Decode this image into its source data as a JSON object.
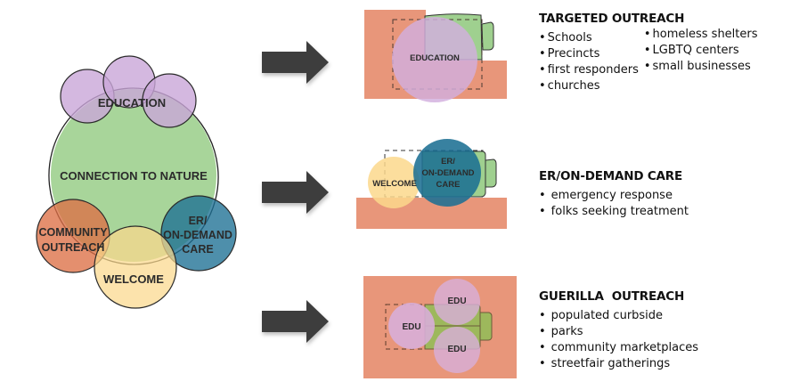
{
  "diagram": {
    "left": {
      "center_label": "CONNECTION TO NATURE",
      "education_label": "EDUCATION",
      "community_label_lines": [
        "COMMUNITY",
        "OUTREACH"
      ],
      "welcome_label": "WELCOME",
      "er_label_lines": [
        "ER/",
        "ON-DEMAND",
        "CARE"
      ]
    },
    "panels": [
      {
        "circle_labels": [
          "EDUCATION"
        ],
        "title": "TARGETED OUTREACH",
        "list_col1": [
          "Schools",
          "Precincts",
          "first responders",
          "churches"
        ],
        "list_col2": [
          "homeless shelters",
          "LGBTQ centers",
          "small businesses"
        ]
      },
      {
        "circle_labels": [
          "WELCOME"
        ],
        "er_label_lines": [
          "ER/",
          "ON-DEMAND",
          "CARE"
        ],
        "title": "ER/ON-DEMAND CARE",
        "list": [
          "emergency response",
          "folks seeking treatment"
        ]
      },
      {
        "circle_labels": [
          "EDU",
          "EDU",
          "EDU"
        ],
        "title": "GUERILLA  OUTREACH",
        "list": [
          "populated curbside",
          "parks",
          "community marketplaces",
          "streetfair gatherings"
        ]
      }
    ],
    "colors": {
      "nature_green": "#9fd08f",
      "education_purple": "#d2b3de",
      "community_orange": "#e07e57",
      "welcome_yellow": "#fbd991",
      "er_blue": "#1f7ea0",
      "ground_orange": "#e8967a",
      "arrow": "#3d3d3d",
      "text": "#2b2b2b"
    }
  }
}
